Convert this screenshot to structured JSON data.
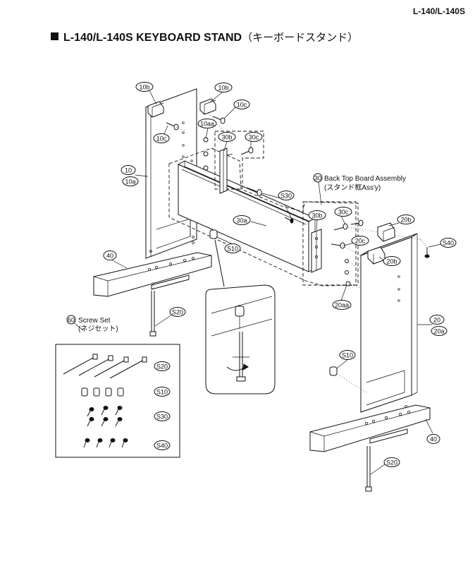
{
  "header": {
    "model": "L-140/L-140S"
  },
  "title": {
    "main": "L-140/L-140S KEYBOARD STAND",
    "jp": "（キーボードスタンド）"
  },
  "callouts": {
    "c10b_a": "10b",
    "c10b_b": "10b",
    "c10c_a": "10c",
    "c10c_b": "10c",
    "c10aa": "10aa",
    "c30b_a": "30b",
    "c30c_a": "30c",
    "c10": "10",
    "c10a": "10a",
    "c30": "30",
    "c30a": "30a",
    "cS30": "S30",
    "c30b_b": "30b",
    "c30c_b": "30c",
    "c20b_a": "20b",
    "cS40": "S40",
    "c20c": "20c",
    "c20b_b": "20b",
    "cS10_a": "S10",
    "c40_a": "40",
    "c20aa": "20aa",
    "c20": "20",
    "c20a": "20a",
    "cS20_a": "S20",
    "c60": "60",
    "cS10_b": "S10",
    "c40_b": "40",
    "cS20_b": "S20",
    "box_S20": "S20",
    "box_S10": "S10",
    "box_S30": "S30",
    "box_S40": "S40"
  },
  "labels": {
    "assembly_en": "Back Top Board Assembly",
    "assembly_jp": "(スタンド框Ass'y)",
    "screw_en": "Screw Set",
    "screw_jp": "(ネジセット)"
  }
}
